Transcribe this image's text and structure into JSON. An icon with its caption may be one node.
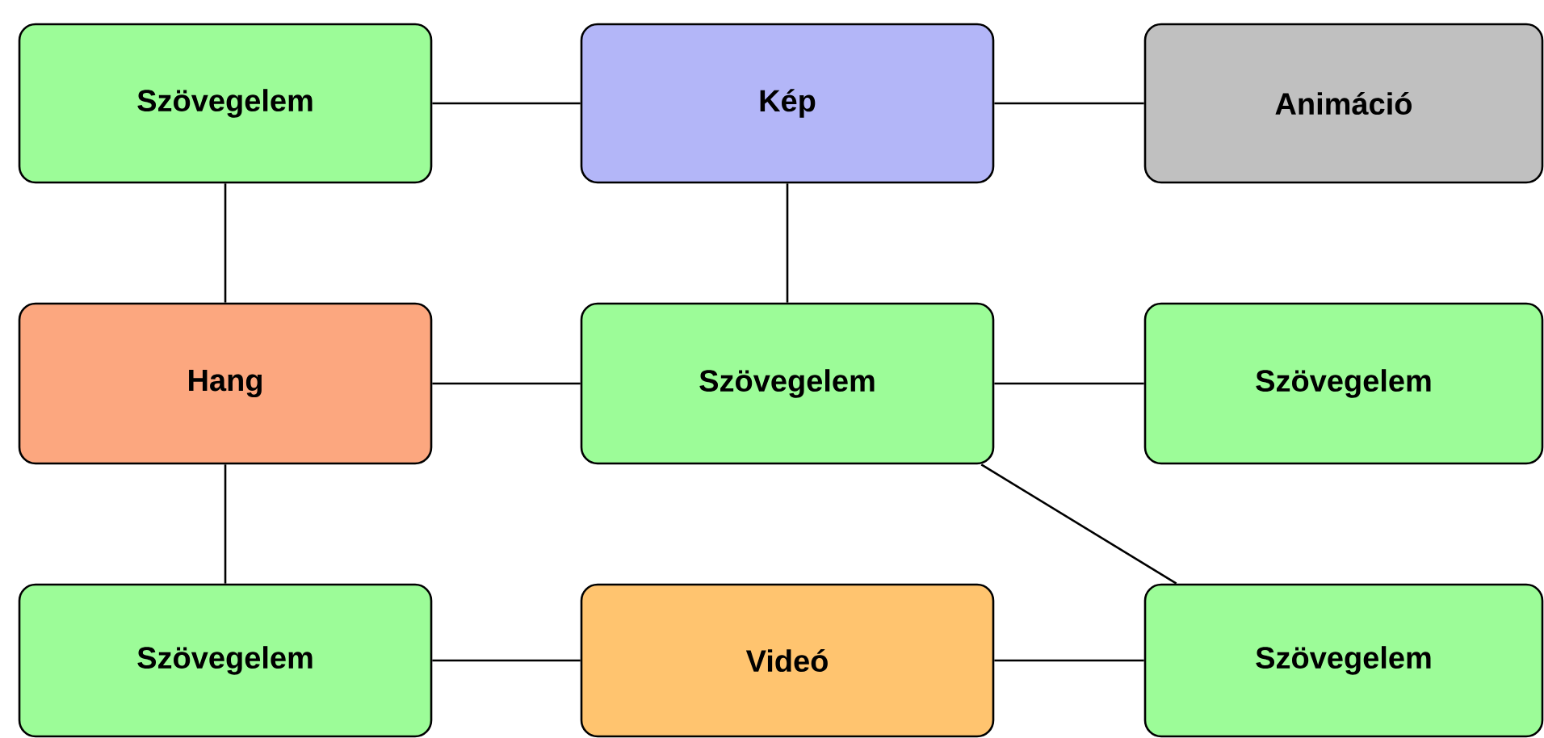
{
  "diagram": {
    "nodes": [
      {
        "text": [
          "Szövegelem"
        ]
      },
      {
        "text": [
          "Kép"
        ]
      },
      {
        "text": [
          "Animáció"
        ]
      },
      {
        "text": [
          "Hang"
        ]
      },
      {
        "text": [
          "Szövegelem"
        ]
      },
      {
        "text": [
          "Szövegelem"
        ]
      },
      {
        "text": [
          "Szövegelem"
        ]
      },
      {
        "text": [
          "Videó"
        ]
      },
      {
        "text": [
          "Szövegelem"
        ]
      }
    ],
    "edges": [
      {
        "from": 0,
        "to": 1,
        "arrow": "none"
      },
      {
        "from": 1,
        "to": 2,
        "arrow": "none"
      },
      {
        "from": 0,
        "to": 3,
        "arrow": "none"
      },
      {
        "from": 1,
        "to": 4,
        "arrow": "none"
      },
      {
        "from": 3,
        "to": 4,
        "arrow": "none"
      },
      {
        "from": 4,
        "to": 5,
        "arrow": "none"
      },
      {
        "from": 3,
        "to": 6,
        "arrow": "none"
      },
      {
        "from": 4,
        "to": 8,
        "arrow": "none"
      },
      {
        "from": 6,
        "to": 7,
        "arrow": "none"
      },
      {
        "from": 7,
        "to": 8,
        "arrow": "none"
      }
    ]
  }
}
